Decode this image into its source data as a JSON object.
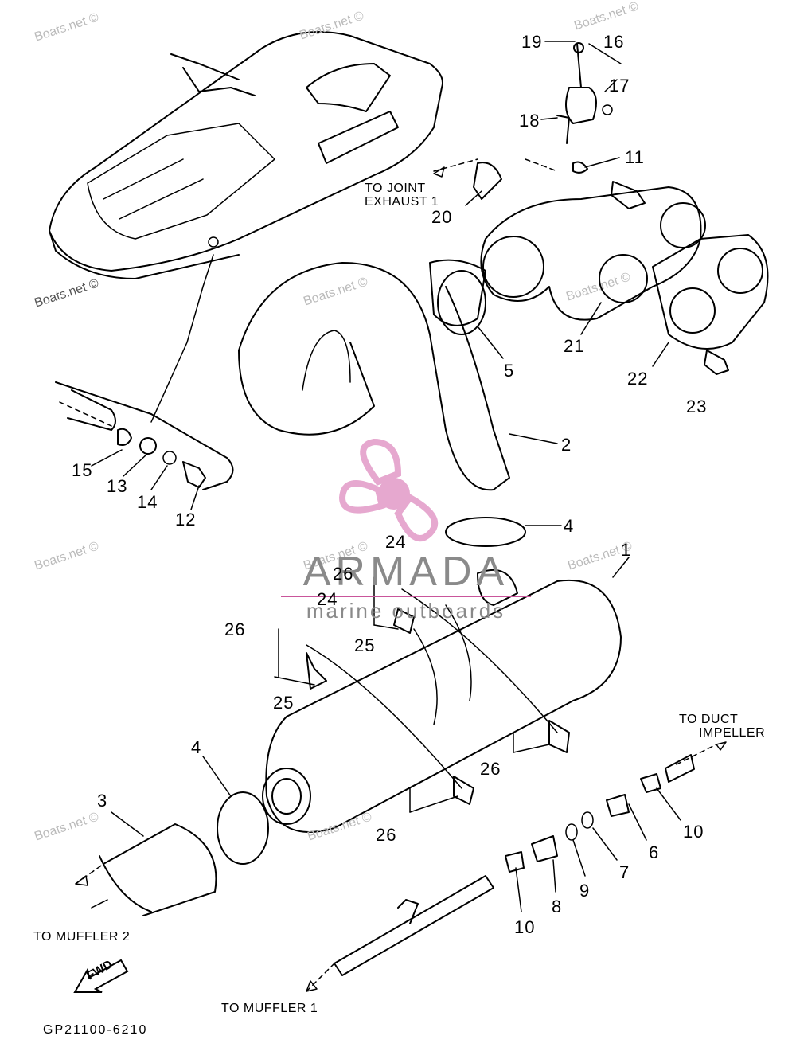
{
  "diagram": {
    "code": "GP21100-6210",
    "callouts": [
      "1",
      "2",
      "3",
      "4",
      "4",
      "5",
      "6",
      "7",
      "8",
      "9",
      "10",
      "10",
      "11",
      "12",
      "13",
      "14",
      "15",
      "16",
      "17",
      "18",
      "19",
      "20",
      "21",
      "22",
      "23",
      "24",
      "24",
      "25",
      "25",
      "26",
      "26",
      "26",
      "26"
    ],
    "notes": {
      "to_joint": "TO JOINT",
      "exhaust_1": "EXHAUST 1",
      "to_duct": "TO DUCT",
      "impeller": "IMPELLER",
      "to_muffler_2": "TO MUFFLER 2",
      "to_muffler_1": "TO MUFFLER 1",
      "fwd": "FWD"
    }
  },
  "brand": {
    "name": "ARMADA",
    "tagline": "marine outboards",
    "logo_color": "#e6a8cf",
    "text_color": "#8a8a8a",
    "rule_color": "#c9559b"
  },
  "watermark": "Boats.net ©"
}
